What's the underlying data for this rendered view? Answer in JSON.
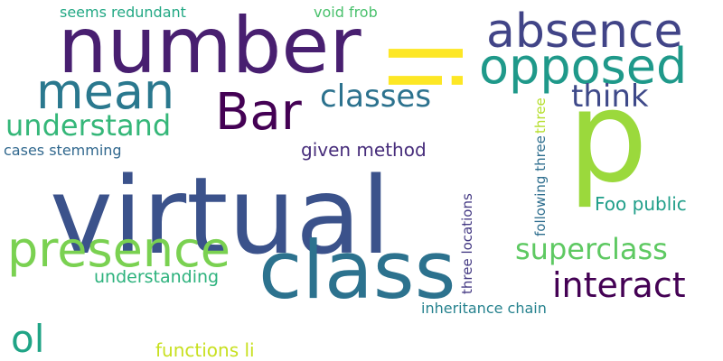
{
  "words": [
    {
      "text": "virtual",
      "color": "#3b528b"
    },
    {
      "text": "functions li",
      "color": "#c8e020"
    },
    {
      "text": "class",
      "color": "#2c728e"
    },
    {
      "text": "number",
      "color": "#481f70"
    },
    {
      "text": "p",
      "color": "#9bd93c"
    },
    {
      "text": "ol",
      "color": "#20a486"
    },
    {
      "text": "presence",
      "color": "#7ad151"
    },
    {
      "text": "opposed",
      "color": "#1f998a"
    },
    {
      "text": "absence",
      "color": "#414487"
    },
    {
      "text": "mean",
      "color": "#2a788e"
    },
    {
      "text": "li",
      "color": "#fde725"
    },
    {
      "text": "Bar",
      "color": "#440154"
    },
    {
      "text": "understand",
      "color": "#35b779"
    },
    {
      "text": "classes",
      "color": "#2c728e"
    },
    {
      "text": "think",
      "color": "#3e4989"
    },
    {
      "text": "superclass",
      "color": "#5ec962"
    },
    {
      "text": "interact",
      "color": "#440154"
    },
    {
      "text": "given method",
      "color": "#472d7b"
    },
    {
      "text": "Foo public",
      "color": "#1f9e89"
    },
    {
      "text": "understanding",
      "color": "#2db27d"
    },
    {
      "text": "inheritance chain",
      "color": "#26828e"
    },
    {
      "text": "cases stemming",
      "color": "#31688e"
    },
    {
      "text": "seems redundant",
      "color": "#22a884"
    },
    {
      "text": "void frob",
      "color": "#4ac16d"
    },
    {
      "text": "three locations",
      "color": "#443983"
    },
    {
      "text": "following three",
      "color": "#2e6e8e"
    },
    {
      "text": "three",
      "color": "#b5de2b"
    }
  ]
}
